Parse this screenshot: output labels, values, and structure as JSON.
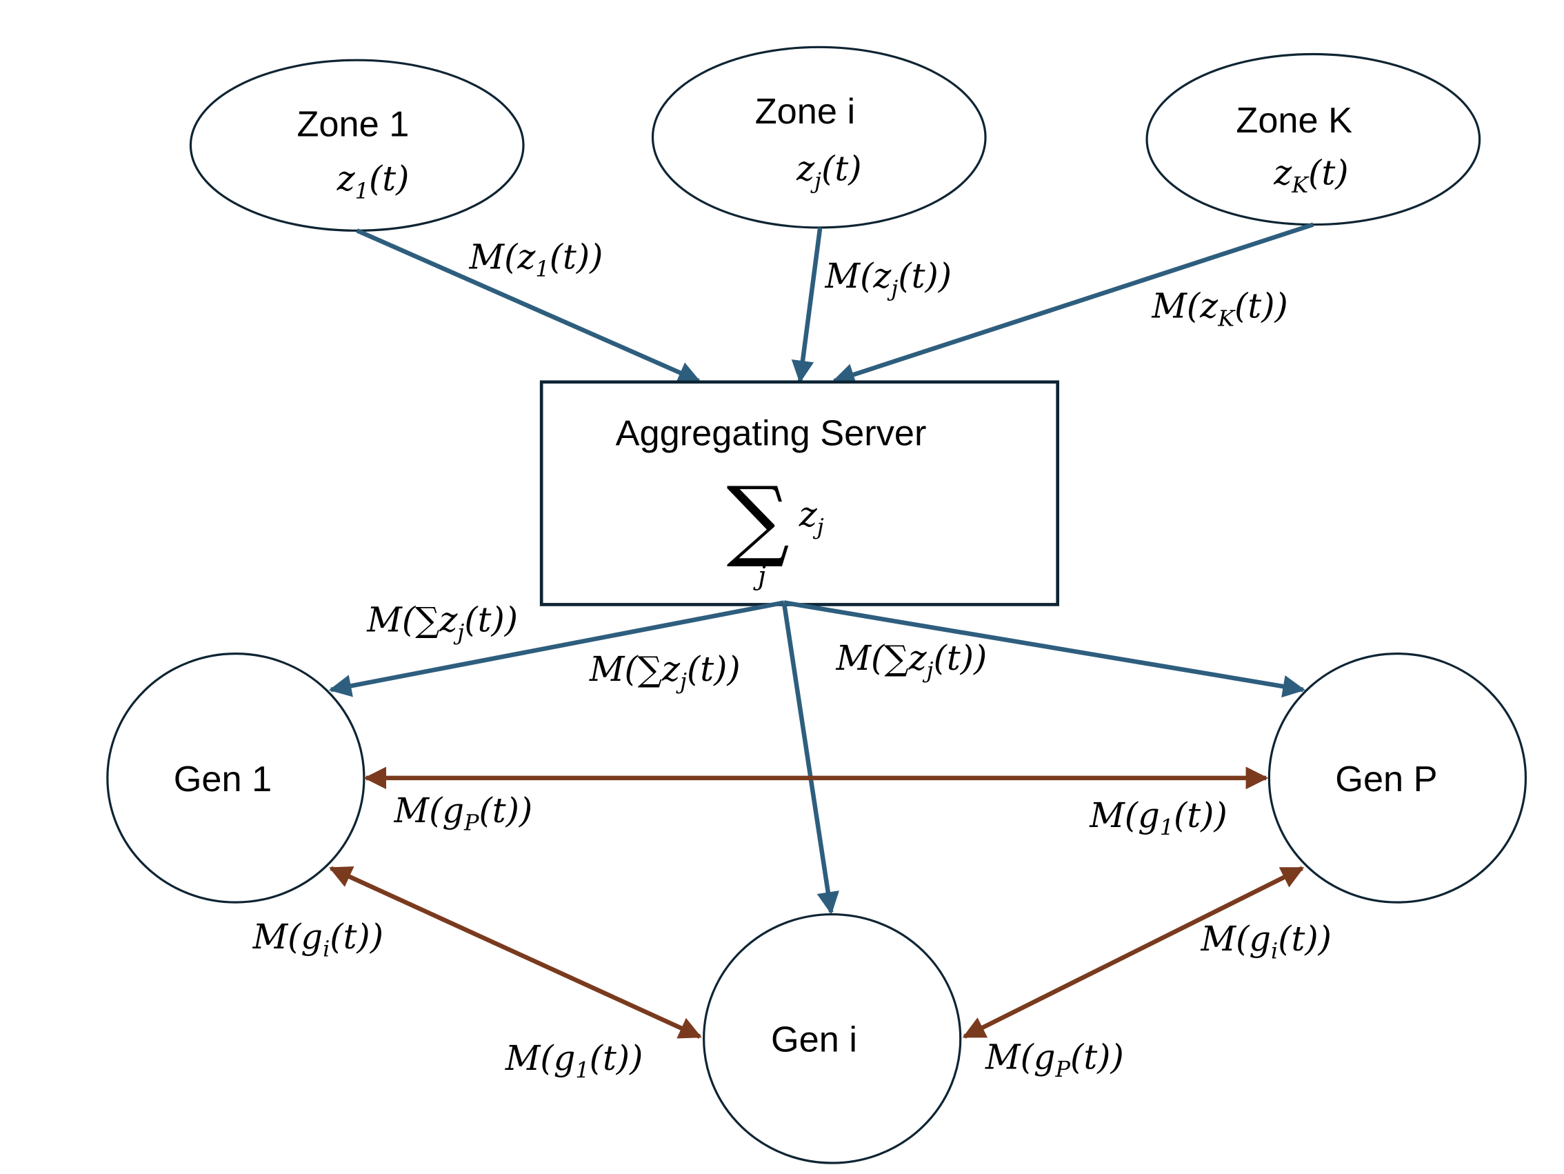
{
  "colors": {
    "node_stroke": "#0E2433",
    "aggregation_arrow": "#2E5E7E",
    "generator_arrow": "#7A3A1E"
  },
  "zones": [
    {
      "name": "Zone 1",
      "signal": {
        "base": "z",
        "sub": "1",
        "arg": "(t)"
      }
    },
    {
      "name": "Zone i",
      "signal": {
        "base": "z",
        "sub": "j",
        "arg": "(t)"
      }
    },
    {
      "name": "Zone K",
      "signal": {
        "base": "z",
        "sub": "K",
        "arg": "(t)"
      }
    }
  ],
  "server": {
    "title": "Aggregating Server",
    "sum_symbol": "∑",
    "sum_index": "j",
    "sum_term": {
      "base": "z",
      "sub": "j"
    }
  },
  "generators": [
    {
      "name": "Gen 1"
    },
    {
      "name": "Gen i"
    },
    {
      "name": "Gen P"
    }
  ],
  "zone_messages": [
    {
      "pre": "M(z",
      "sub": "1",
      "post": "(t))"
    },
    {
      "pre": "M(z",
      "sub": "j",
      "post": "(t))"
    },
    {
      "pre": "M(z",
      "sub": "K",
      "post": "(t))"
    }
  ],
  "server_messages": [
    {
      "pre": "M(∑z",
      "sub": "j",
      "post": "(t))"
    },
    {
      "pre": "M(∑z",
      "sub": "j",
      "post": "(t))"
    },
    {
      "pre": "M(∑z",
      "sub": "j",
      "post": "(t))"
    }
  ],
  "generator_messages": {
    "gen1_genP_left": {
      "pre": "M(g",
      "sub": "P",
      "post": "(t))"
    },
    "gen1_genP_right": {
      "pre": "M(g",
      "sub": "1",
      "post": "(t))"
    },
    "gen1_geni_upper": {
      "pre": "M(g",
      "sub": "i",
      "post": "(t))"
    },
    "gen1_geni_lower": {
      "pre": "M(g",
      "sub": "1",
      "post": "(t))"
    },
    "genP_geni_upper": {
      "pre": "M(g",
      "sub": "i",
      "post": "(t))"
    },
    "genP_geni_lower": {
      "pre": "M(g",
      "sub": "P",
      "post": "(t))"
    }
  }
}
